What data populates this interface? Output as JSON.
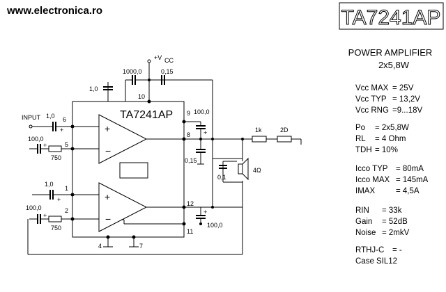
{
  "site": "www.electronica.ro",
  "part_number": "TA7241AP",
  "chip_label": "TA7241AP",
  "title_line1": "POWER AMPLIFIER",
  "title_line2": "2x5,8W",
  "vcc_label": "+V",
  "vcc_sub": "CC",
  "labels": {
    "input": "INPUT",
    "c_top1": "1000,0",
    "c_top2": "0,15",
    "c_left_top": "1,0",
    "c_in1": "1,0",
    "c_fb1": "100,0",
    "r_fb1": "750",
    "c_in2": "1,0",
    "c_fb2": "100,0",
    "r_fb2": "750",
    "c_boot1": "100,0",
    "c_zob1": "0,15",
    "c_out2": "100,0",
    "c_spk": "0,1",
    "r_1k": "1k",
    "r_2d": "2D",
    "speaker": "4Ω"
  },
  "pins": {
    "p1": "1",
    "p2": "2",
    "p4": "4",
    "p5": "5",
    "p6": "6",
    "p7": "7",
    "p8": "8",
    "p9": "9",
    "p10": "10",
    "p11": "11",
    "p12": "12"
  },
  "specs": [
    {
      "name": "Vcc MAX",
      "value": "= 25V"
    },
    {
      "name": "Vcc TYP",
      "value": "= 13,2V"
    },
    {
      "name": "Vcc RNG",
      "value": "=9...18V"
    },
    {
      "name": "Po",
      "value": "= 2x5,8W"
    },
    {
      "name": "RL",
      "value": "= 4 Ohm"
    },
    {
      "name": "TDH",
      "value": "= 10%"
    },
    {
      "name": "Icco TYP",
      "value": "= 80mA"
    },
    {
      "name": "Icco MAX",
      "value": "= 145mA"
    },
    {
      "name": "IMAX",
      "value": "= 4,5A"
    },
    {
      "name": "RIN",
      "value": "= 33k"
    },
    {
      "name": "Gain",
      "value": "= 52dB"
    },
    {
      "name": "Noise",
      "value": "= 2mkV"
    },
    {
      "name": "RTHJ-C",
      "value": "= -"
    },
    {
      "name": "Case",
      "value": "SIL12"
    }
  ]
}
